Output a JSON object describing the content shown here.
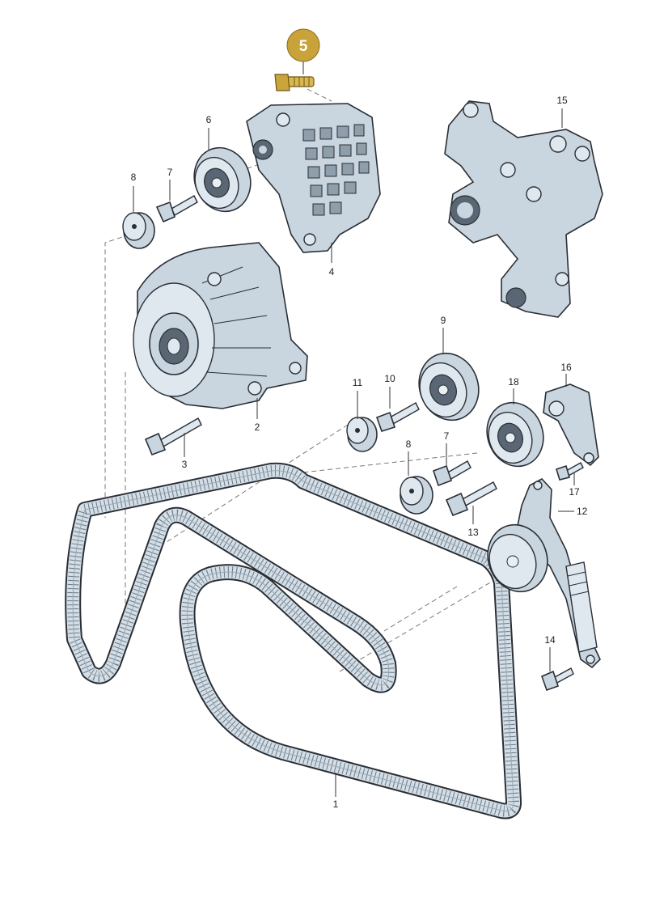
{
  "highlight": {
    "color": "#c9a33a",
    "label": "5"
  },
  "callouts": {
    "p1": "1",
    "p2": "2",
    "p3": "3",
    "p4": "4",
    "p6": "6",
    "p7a": "7",
    "p7b": "7",
    "p8a": "8",
    "p8b": "8",
    "p9": "9",
    "p10": "10",
    "p11": "11",
    "p12": "12",
    "p13": "13",
    "p14": "14",
    "p15": "15",
    "p16": "16",
    "p17": "17",
    "p18": "18"
  }
}
